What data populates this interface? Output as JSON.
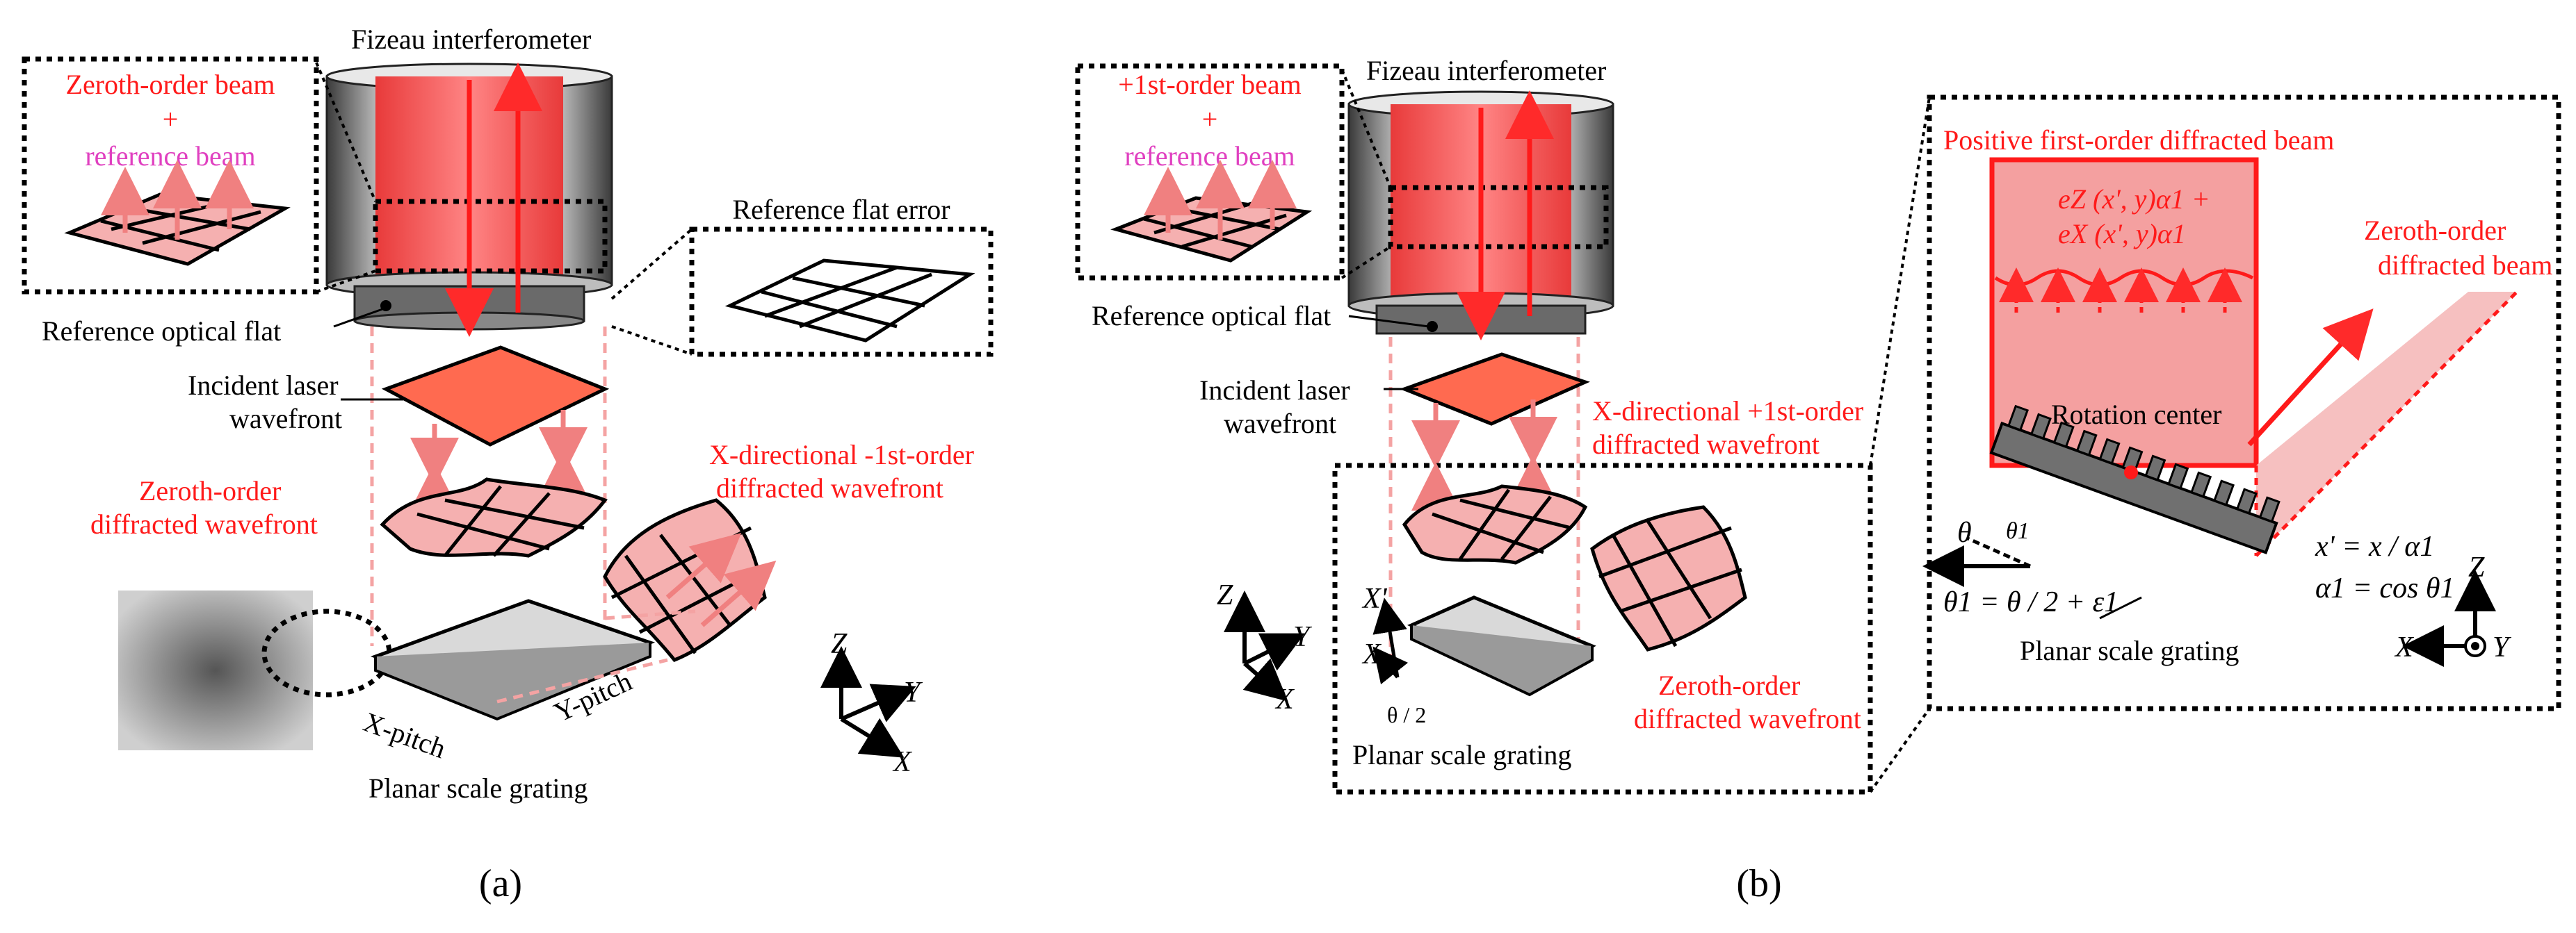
{
  "panel_a": {
    "caption": "(a)",
    "fizeau_label": "Fizeau interferometer",
    "zeroth_beam_label": "Zeroth-order beam",
    "plus_sign": "+",
    "reference_beam_label": "reference beam",
    "reference_flat_error_label": "Reference flat error",
    "reference_optical_flat_label": "Reference optical flat",
    "incident_label_line1": "Incident laser",
    "incident_label_line2": "wavefront",
    "zeroth_wavefront_line1": "Zeroth-order",
    "zeroth_wavefront_line2": "diffracted wavefront",
    "xdir_line1": "X-directional -1st-order",
    "xdir_line2": "diffracted wavefront",
    "x_pitch_label": "X-pitch",
    "y_pitch_label": "Y-pitch",
    "grating_label": "Planar scale grating",
    "axis_z": "Z",
    "axis_y": "Y",
    "axis_x": "X"
  },
  "panel_b": {
    "caption": "(b)",
    "fizeau_label": "Fizeau interferometer",
    "first_beam_label": "+1st-order beam",
    "plus_sign": "+",
    "reference_beam_label": "reference beam",
    "reference_optical_flat_label": "Reference optical flat",
    "incident_label_line1": "Incident laser",
    "incident_label_line2": "wavefront",
    "xdir_line1": "X-directional +1st-order",
    "xdir_line2": "diffracted wavefront",
    "zeroth_line1": "Zeroth-order",
    "zeroth_line2": "diffracted wavefront",
    "grating_label": "Planar scale grating",
    "theta_half": "θ / 2",
    "axis_z": "Z",
    "axis_y": "Y",
    "axis_x": "X",
    "axis_xprime": "X'"
  },
  "panel_b_detail": {
    "positive_beam_label": "Positive first-order diffracted beam",
    "error_line1": "eZ (x', y)α1 +",
    "error_line2": "eX (x', y)α1",
    "zeroth_line1": "Zeroth-order",
    "zeroth_line2": "diffracted beam",
    "rotation_center": "Rotation center",
    "theta": "θ",
    "theta1": "θ1",
    "eq_theta1": "θ1 = θ / 2 + ε1",
    "eq_xprime": "x' = x / α1",
    "eq_alpha": "α1 = cos θ1",
    "grating_label": "Planar scale grating",
    "axis_z": "Z",
    "axis_x": "X",
    "axis_y": "Y"
  },
  "colors": {
    "beam_red": "#ff2a2a",
    "wavefront_pink": "#f5b0b0",
    "accent_magenta": "#e040c0"
  }
}
